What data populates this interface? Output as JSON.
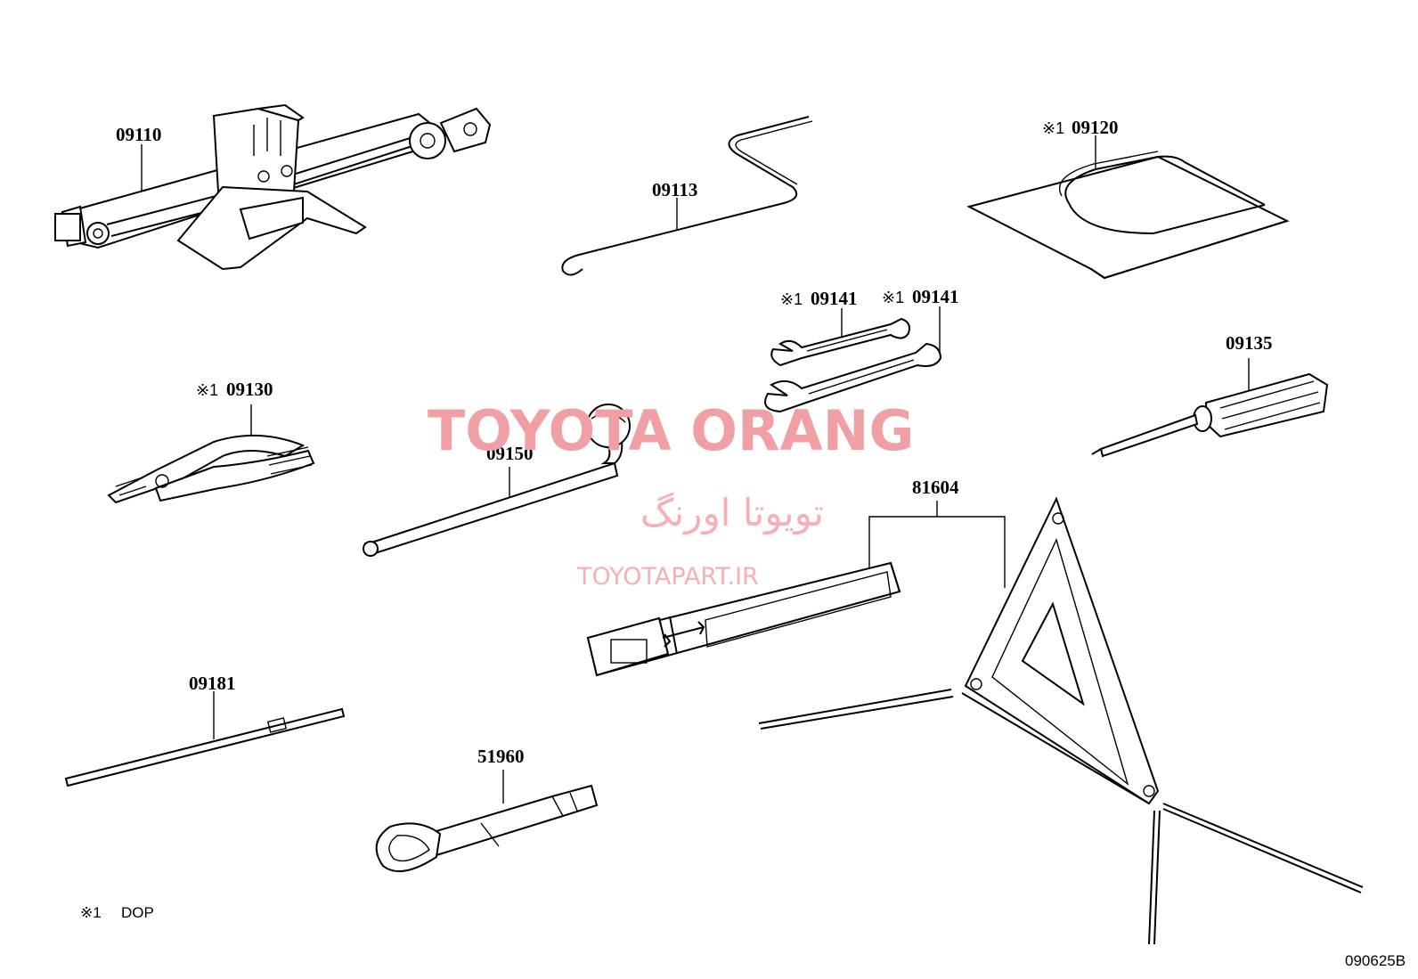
{
  "parts": {
    "jack": {
      "number": "09110"
    },
    "jack_handle": {
      "number": "09113"
    },
    "tool_bag": {
      "mark": "※1",
      "number": "09120"
    },
    "wrench_1": {
      "mark": "※1",
      "number": "09141"
    },
    "wrench_2": {
      "mark": "※1",
      "number": "09141"
    },
    "screwdriver": {
      "number": "09135"
    },
    "pliers": {
      "mark": "※1",
      "number": "09130"
    },
    "wheel_wrench": {
      "number": "09150"
    },
    "warning_triangle": {
      "number": "81604"
    },
    "extension_bar": {
      "number": "09181"
    },
    "towing_eye": {
      "number": "51960"
    }
  },
  "footnote": {
    "mark": "※1",
    "text": "DOP"
  },
  "figure_code": "090625B",
  "watermark": {
    "title": "TOYOTA ORANG",
    "persian": "تویوتا اورنگ",
    "url": "TOYOTAPART.IR"
  },
  "colors": {
    "watermark": "#f0a0a4",
    "line": "#000000"
  }
}
